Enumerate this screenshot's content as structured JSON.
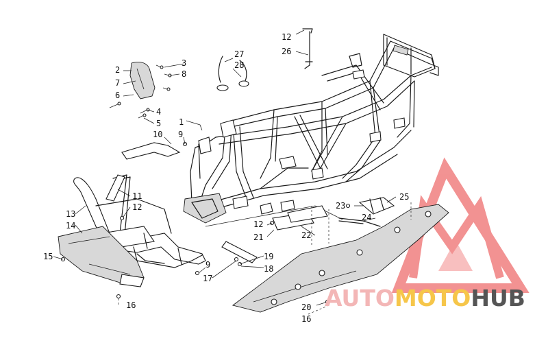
{
  "diagram": {
    "callouts": [
      {
        "id": "c1",
        "text": "1"
      },
      {
        "id": "c2",
        "text": "2"
      },
      {
        "id": "c3",
        "text": "3"
      },
      {
        "id": "c4",
        "text": "4"
      },
      {
        "id": "c5",
        "text": "5"
      },
      {
        "id": "c6",
        "text": "6"
      },
      {
        "id": "c7",
        "text": "7"
      },
      {
        "id": "c8",
        "text": "8"
      },
      {
        "id": "c9a",
        "text": "9"
      },
      {
        "id": "c9b",
        "text": "9"
      },
      {
        "id": "c10",
        "text": "10"
      },
      {
        "id": "c11",
        "text": "11"
      },
      {
        "id": "c12a",
        "text": "12"
      },
      {
        "id": "c12b",
        "text": "12"
      },
      {
        "id": "c12c",
        "text": "12"
      },
      {
        "id": "c13",
        "text": "13"
      },
      {
        "id": "c14",
        "text": "14"
      },
      {
        "id": "c15",
        "text": "15"
      },
      {
        "id": "c16a",
        "text": "16"
      },
      {
        "id": "c16b",
        "text": "16"
      },
      {
        "id": "c17",
        "text": "17"
      },
      {
        "id": "c18",
        "text": "18"
      },
      {
        "id": "c19",
        "text": "19"
      },
      {
        "id": "c20",
        "text": "20"
      },
      {
        "id": "c21",
        "text": "21"
      },
      {
        "id": "c22",
        "text": "22"
      },
      {
        "id": "c23",
        "text": "23"
      },
      {
        "id": "c24",
        "text": "24"
      },
      {
        "id": "c25",
        "text": "25"
      },
      {
        "id": "c26",
        "text": "26"
      },
      {
        "id": "c27",
        "text": "27"
      },
      {
        "id": "c28",
        "text": "28"
      }
    ]
  },
  "watermark": {
    "part1": "AUTO",
    "part2": "MOTO",
    "part3": "HUB",
    "color_part1": "#f3b6b6",
    "color_part2": "#f6c64a",
    "color_part3": "#555555",
    "logo_color": "#f08080"
  }
}
